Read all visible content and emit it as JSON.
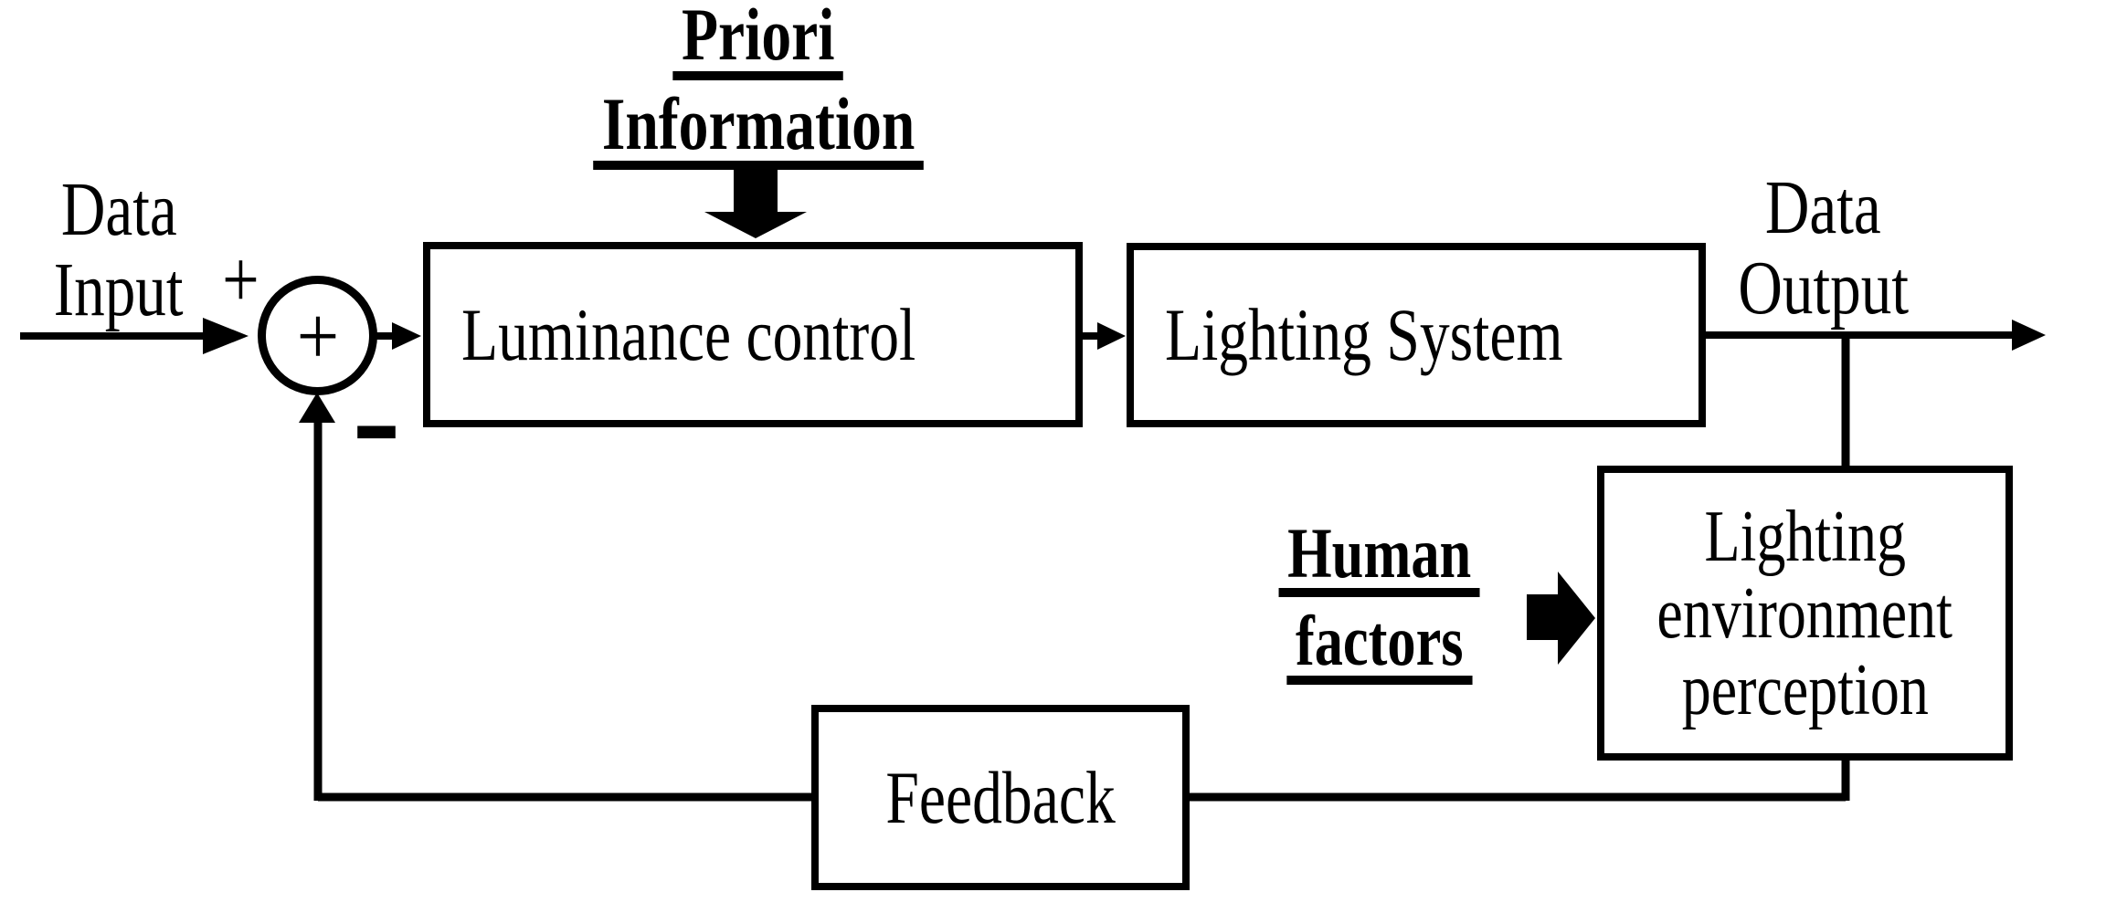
{
  "diagram": {
    "kind": "feedback-control-block-diagram",
    "colors": {
      "ink": "#000000",
      "paper": "#ffffff"
    },
    "annotations": {
      "priori": {
        "line1": "Priori",
        "line2": "Information"
      },
      "data_input": {
        "line1": "Data",
        "line2": "Input"
      },
      "input_plus": "+",
      "sum_symbol": "+",
      "sum_minus": "-",
      "data_output": {
        "line1": "Data",
        "line2": "Output"
      },
      "human_factors": {
        "line1": "Human",
        "line2": "factors"
      }
    },
    "boxes": {
      "luminance_control": {
        "label": "Luminance control"
      },
      "lighting_system": {
        "label": "Lighting System"
      },
      "perception": {
        "line1": "Lighting",
        "line2": "environment",
        "line3": "perception"
      },
      "feedback": {
        "label": "Feedback"
      }
    }
  }
}
